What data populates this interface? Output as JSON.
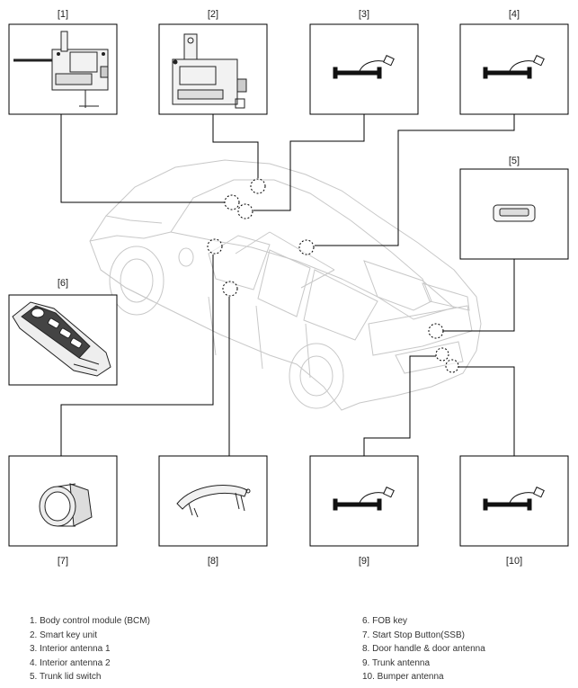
{
  "labels": [
    "[1]",
    "[2]",
    "[3]",
    "[4]",
    "[5]",
    "[6]",
    "[7]",
    "[8]",
    "[9]",
    "[10]"
  ],
  "legend": {
    "left": [
      "1. Body control module (BCM)",
      "2. Smart key unit",
      "3. Interior antenna 1",
      "4. Interior antenna 2",
      "5. Trunk lid switch"
    ],
    "right": [
      "6. FOB key",
      "7. Start Stop Button(SSB)",
      "8. Door handle & door antenna",
      "9. Trunk antenna",
      "10. Bumper antenna"
    ]
  },
  "components": [
    {
      "label": "[1]",
      "icon": "bcm-module-icon"
    },
    {
      "label": "[2]",
      "icon": "smart-key-unit-icon"
    },
    {
      "label": "[3]",
      "icon": "antenna-icon"
    },
    {
      "label": "[4]",
      "icon": "antenna-icon"
    },
    {
      "label": "[5]",
      "icon": "trunk-switch-icon"
    },
    {
      "label": "[6]",
      "icon": "fob-key-icon"
    },
    {
      "label": "[7]",
      "icon": "start-stop-button-icon"
    },
    {
      "label": "[8]",
      "icon": "door-handle-icon"
    },
    {
      "label": "[9]",
      "icon": "antenna-icon"
    },
    {
      "label": "[10]",
      "icon": "antenna-icon"
    }
  ],
  "colors": {
    "line": "#000000",
    "car": "#c8c8c8"
  }
}
